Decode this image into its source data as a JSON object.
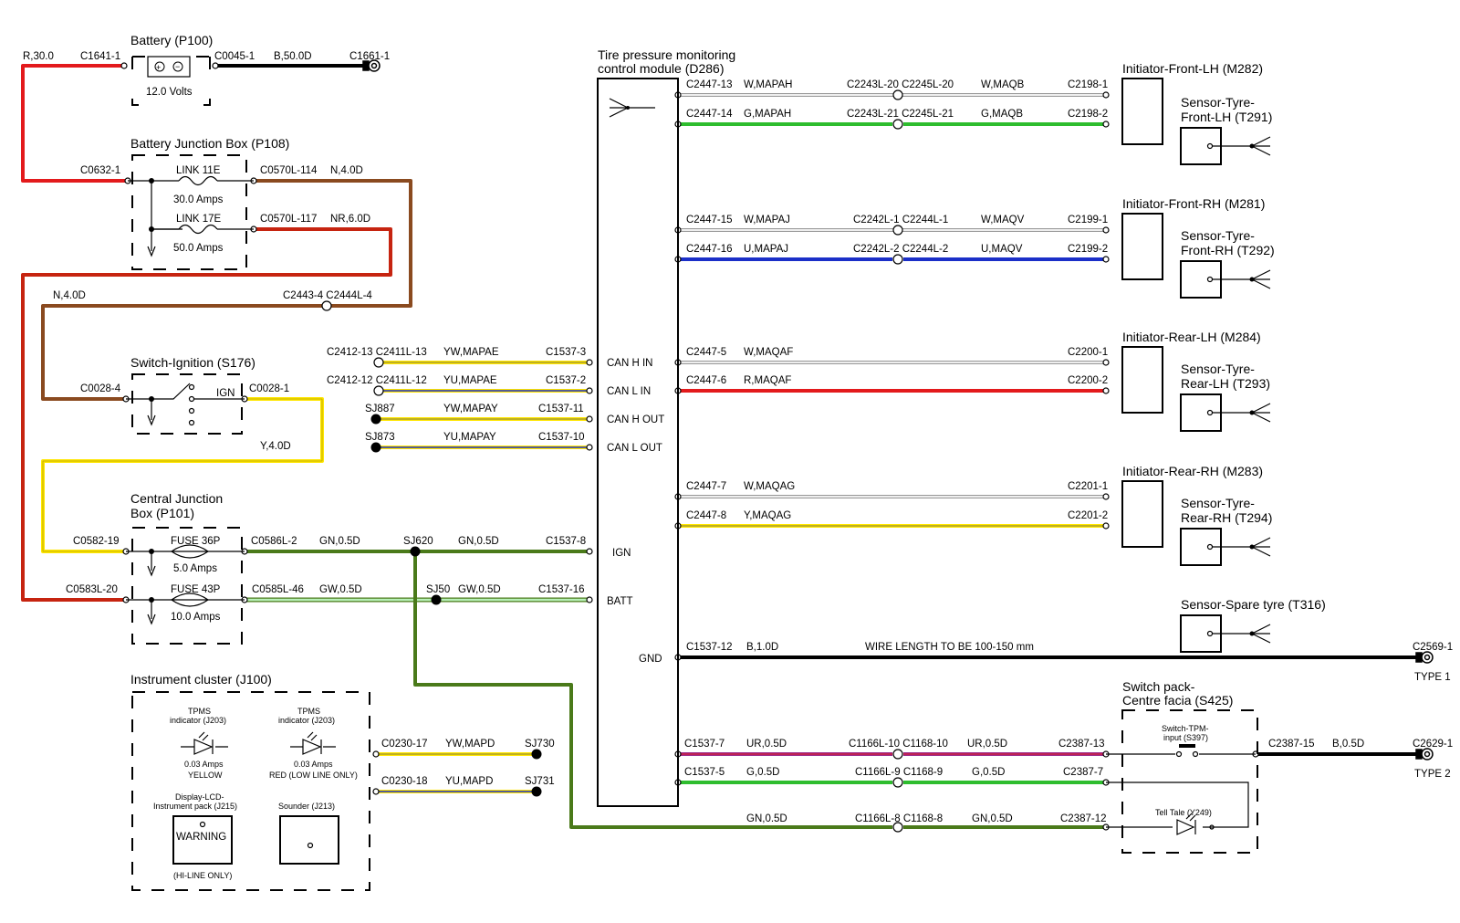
{
  "colors": {
    "red": "#e31a1c",
    "darkred": "#c62410",
    "brown": "#8a4a1f",
    "black": "#000000",
    "yellow": "#ffe600",
    "green": "#2ebd2e",
    "darkgreen": "#4a7a1a",
    "lightgreen": "#8fd88f",
    "blue": "#1b2fc8",
    "purple": "#9b2a8a",
    "white": "#ffffff"
  },
  "battery": {
    "title": "Battery (P100)",
    "volts": "12.0 Volts",
    "wire_in": "R,30.0",
    "conn_in": "C1641-1",
    "conn_out": "C0045-1",
    "wire_out": "B,50.0D",
    "ground_conn": "C1661-1"
  },
  "bjb": {
    "title": "Battery Junction Box (P108)",
    "conn_in": "C0632-1",
    "link1_name": "LINK 11E",
    "link1_amps": "30.0 Amps",
    "link1_conn": "C0570L-114",
    "link1_wire": "N,4.0D",
    "link2_name": "LINK 17E",
    "link2_amps": "50.0 Amps",
    "link2_conn": "C0570L-117",
    "link2_wire": "NR,6.0D"
  },
  "brown_run": {
    "wire": "N,4.0D",
    "inline_conn": "C2443-4 C2444L-4"
  },
  "ignition": {
    "title": "Switch-Ignition (S176)",
    "conn_in": "C0028-4",
    "pos": "IGN",
    "conn_out": "C0028-1",
    "wire_out": "Y,4.0D"
  },
  "cjb": {
    "title1": "Central Junction",
    "title2": "Box (P101)",
    "fuse1_conn_in": "C0582-19",
    "fuse1_name": "FUSE 36P",
    "fuse1_amps": "5.0 Amps",
    "fuse1_conn_out": "C0586L-2",
    "fuse1_wire": "GN,0.5D",
    "fuse2_conn_in": "C0583L-20",
    "fuse2_name": "FUSE 43P",
    "fuse2_amps": "10.0 Amps",
    "fuse2_conn_out": "C0585L-46",
    "fuse2_wire": "GW,0.5D"
  },
  "splices": {
    "sj620": "SJ620",
    "sj620_wire": "GN,0.5D",
    "ign_conn": "C1537-8",
    "sj50": "SJ50",
    "sj50_wire": "GW,0.5D",
    "batt_conn": "C1537-16"
  },
  "can": [
    {
      "left": "C2412-13 C2411L-13",
      "wire": "YW,MAPAE",
      "conn": "C1537-3",
      "pin": "CAN H IN"
    },
    {
      "left": "C2412-12 C2411L-12",
      "wire": "YU,MAPAE",
      "conn": "C1537-2",
      "pin": "CAN L IN"
    },
    {
      "left": "SJ887",
      "wire": "YW,MAPAY",
      "conn": "C1537-11",
      "pin": "CAN H OUT"
    },
    {
      "left": "SJ873",
      "wire": "YU,MAPAY",
      "conn": "C1537-10",
      "pin": "CAN L OUT"
    }
  ],
  "tpms": {
    "title1": "Tire pressure monitoring",
    "title2": "control module (D286)",
    "pin_ign": "IGN",
    "pin_batt": "BATT",
    "pin_gnd": "GND"
  },
  "initiators": [
    {
      "title": "Initiator-Front-LH (M282)",
      "sensor1": "Sensor-Tyre-",
      "sensor2": "Front-LH (T291)",
      "w1_conn": "C2447-13",
      "w1_wire": "W,MAPAH",
      "w1_mid": "C2243L-20 C2245L-20",
      "w1_wire2": "W,MAQB",
      "w1_end": "C2198-1",
      "w2_conn": "C2447-14",
      "w2_wire": "G,MAPAH",
      "w2_mid": "C2243L-21 C2245L-21",
      "w2_wire2": "G,MAQB",
      "w2_end": "C2198-2"
    },
    {
      "title": "Initiator-Front-RH (M281)",
      "sensor1": "Sensor-Tyre-",
      "sensor2": "Front-RH (T292)",
      "w1_conn": "C2447-15",
      "w1_wire": "W,MAPAJ",
      "w1_mid": "C2242L-1 C2244L-1",
      "w1_wire2": "W,MAQV",
      "w1_end": "C2199-1",
      "w2_conn": "C2447-16",
      "w2_wire": "U,MAPAJ",
      "w2_mid": "C2242L-2 C2244L-2",
      "w2_wire2": "U,MAQV",
      "w2_end": "C2199-2"
    },
    {
      "title": "Initiator-Rear-LH (M284)",
      "sensor1": "Sensor-Tyre-",
      "sensor2": "Rear-LH (T293)",
      "w1_conn": "C2447-5",
      "w1_wire": "W,MAQAF",
      "w1_end": "C2200-1",
      "w2_conn": "C2447-6",
      "w2_wire": "R,MAQAF",
      "w2_end": "C2200-2"
    },
    {
      "title": "Initiator-Rear-RH (M283)",
      "sensor1": "Sensor-Tyre-",
      "sensor2": "Rear-RH (T294)",
      "w1_conn": "C2447-7",
      "w1_wire": "W,MAQAG",
      "w1_end": "C2201-1",
      "w2_conn": "C2447-8",
      "w2_wire": "Y,MAQAG",
      "w2_end": "C2201-2"
    }
  ],
  "spare": {
    "title": "Sensor-Spare tyre (T316)"
  },
  "gnd": {
    "conn": "C1537-12",
    "wire": "B,1.0D",
    "note": "WIRE LENGTH TO BE 100-150 mm",
    "end_conn": "C2569-1",
    "type": "TYPE 1"
  },
  "switchpack": {
    "title1": "Switch pack-",
    "title2": "Centre facia (S425)",
    "sw_label1": "Switch-TPM-",
    "sw_label2": "input (S397)",
    "out_conn": "C2387-15",
    "out_wire": "B,0.5D",
    "gnd_conn": "C2629-1",
    "type": "TYPE 2",
    "tell_tale": "Tell Tale (Y249)",
    "r1_conn": "C1537-7",
    "r1_wire": "UR,0.5D",
    "r1_mid": "C1166L-10 C1168-10",
    "r1_wire2": "UR,0.5D",
    "r1_end": "C2387-13",
    "r2_conn": "C1537-5",
    "r2_wire": "G,0.5D",
    "r2_mid": "C1166L-9 C1168-9",
    "r2_wire2": "G,0.5D",
    "r2_end": "C2387-7",
    "r3_wire": "GN,0.5D",
    "r3_mid": "C1166L-8 C1168-8",
    "r3_wire2": "GN,0.5D",
    "r3_end": "C2387-12"
  },
  "cluster": {
    "title": "Instrument cluster (J100)",
    "ind1_a": "TPMS",
    "ind1_b": "indicator (J203)",
    "ind1_amps": "0.03 Amps",
    "ind1_color": "YELLOW",
    "ind2_a": "TPMS",
    "ind2_b": "indicator (J203)",
    "ind2_amps": "0.03 Amps",
    "ind2_color": "RED (LOW LINE ONLY)",
    "lcd_a": "Display-LCD-",
    "lcd_b": "Instrument pack (J215)",
    "lcd_text": "WARNING",
    "lcd_note": "(HI-LINE ONLY)",
    "sounder": "Sounder (J213)",
    "w1_conn": "C0230-17",
    "w1_wire": "YW,MAPD",
    "w1_end": "SJ730",
    "w2_conn": "C0230-18",
    "w2_wire": "YU,MAPD",
    "w2_end": "SJ731"
  }
}
